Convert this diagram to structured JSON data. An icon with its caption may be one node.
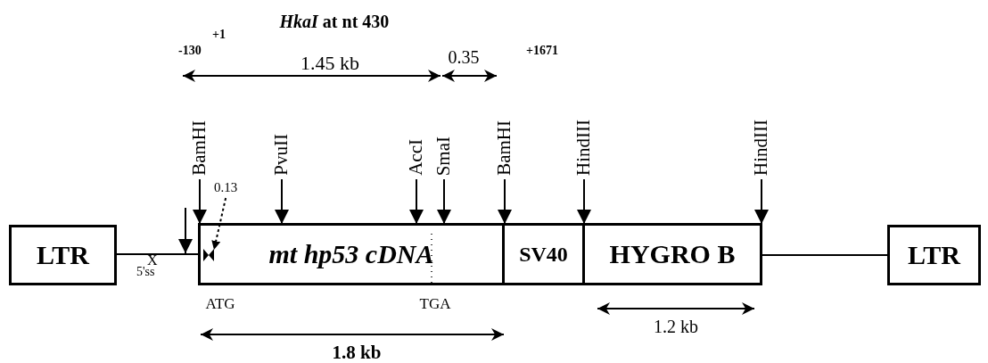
{
  "diagram": {
    "nodes": [
      {
        "text": [
          "LTR"
        ]
      },
      {
        "text": [
          "mt hp53 cDNA"
        ]
      },
      {
        "text": [
          "SV40"
        ]
      },
      {
        "text": [
          "HYGRO B"
        ]
      },
      {
        "text": [
          "LTR"
        ]
      },
      {
        "text": [
          "BamHI"
        ]
      },
      {
        "text": [
          "PvuII"
        ]
      },
      {
        "text": [
          "AccI"
        ]
      },
      {
        "text": [
          "SmaI"
        ]
      },
      {
        "text": [
          "BamHI"
        ]
      },
      {
        "text": [
          "HindIII"
        ]
      },
      {
        "text": [
          "HindIII"
        ]
      },
      {
        "text": [
          "0.13"
        ]
      },
      {
        "text": [],
        "shape": "bar",
        "in": 1
      }
    ],
    "edges": [
      {
        "from": 0,
        "to": 1,
        "arrow": "none"
      },
      {
        "from": 3,
        "to": 4,
        "arrow": "none"
      },
      {
        "from": 5,
        "to": 1,
        "arrow": "to"
      },
      {
        "from": 6,
        "to": 1,
        "arrow": "to"
      },
      {
        "from": 7,
        "to": 1,
        "arrow": "to"
      },
      {
        "from": 8,
        "to": 1,
        "arrow": "to"
      },
      {
        "from": 9,
        "to": 2,
        "arrow": "to"
      },
      {
        "from": 10,
        "to": 3,
        "arrow": "to"
      },
      {
        "from": 11,
        "to": 3,
        "arrow": "to"
      },
      {
        "from": 12,
        "to": 13,
        "arrow": "to",
        "style": "dashed"
      }
    ],
    "labels": [
      "*HkaI* at nt 430",
      "+1",
      "-130",
      "1.45 kb",
      "0.35",
      "+1671",
      "X",
      "5'ss",
      "ATG",
      "TGA",
      "1.2 kb",
      "1.8 kb"
    ]
  }
}
